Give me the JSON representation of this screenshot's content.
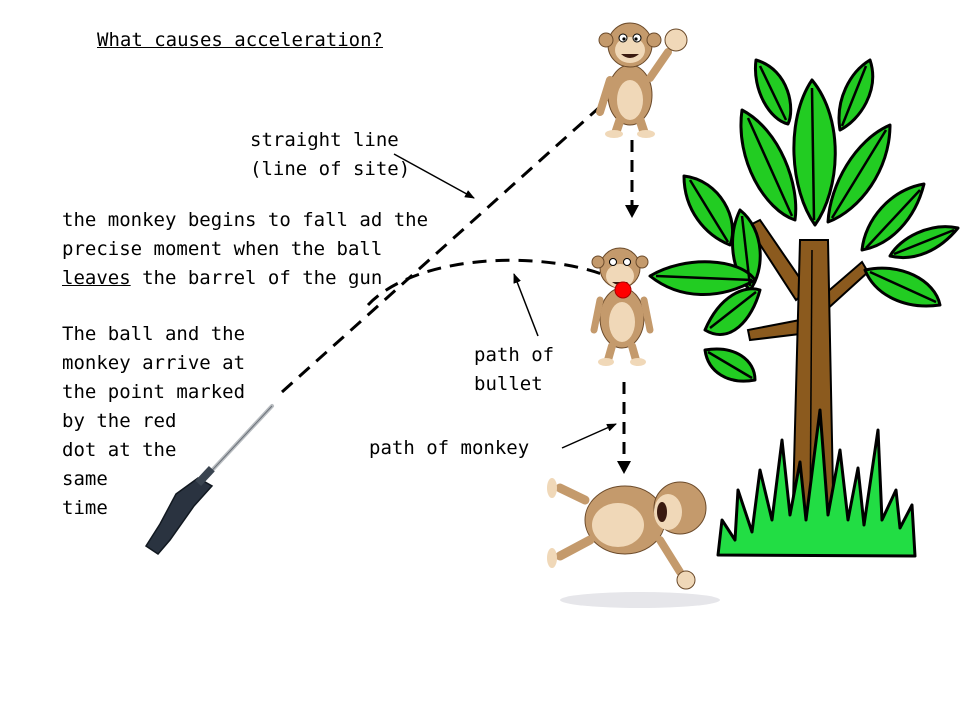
{
  "title": "What causes acceleration?",
  "labels": {
    "line_of_sight": [
      "straight line",
      "(line of site)"
    ],
    "fall_explanation": {
      "line1": "the monkey begins to fall ad the",
      "line2": "precise moment when the ball",
      "line3_underlined": "leaves",
      "line3_rest": " the barrel of the gun"
    },
    "arrival_explanation": [
      "The ball and the",
      "monkey arrive at",
      "the point marked",
      "by the red",
      "dot at the",
      "same",
      "time"
    ],
    "path_of_bullet": [
      "path of",
      "bullet"
    ],
    "path_of_monkey": "path of monkey"
  },
  "colors": {
    "leaf": "#22cc22",
    "leaf_outline": "#000000",
    "trunk": "#8b5a1e",
    "grass": "#22dd44",
    "monkey_fur": "#c49a6c",
    "monkey_face": "#f0d8b8",
    "red_dot": "#ff0000",
    "rifle": "#2a3340"
  },
  "icons": [
    "monkey-waving-icon",
    "monkey-falling-icon",
    "monkey-tumbling-icon",
    "rifle-icon",
    "tree-icon",
    "red-dot-icon"
  ]
}
